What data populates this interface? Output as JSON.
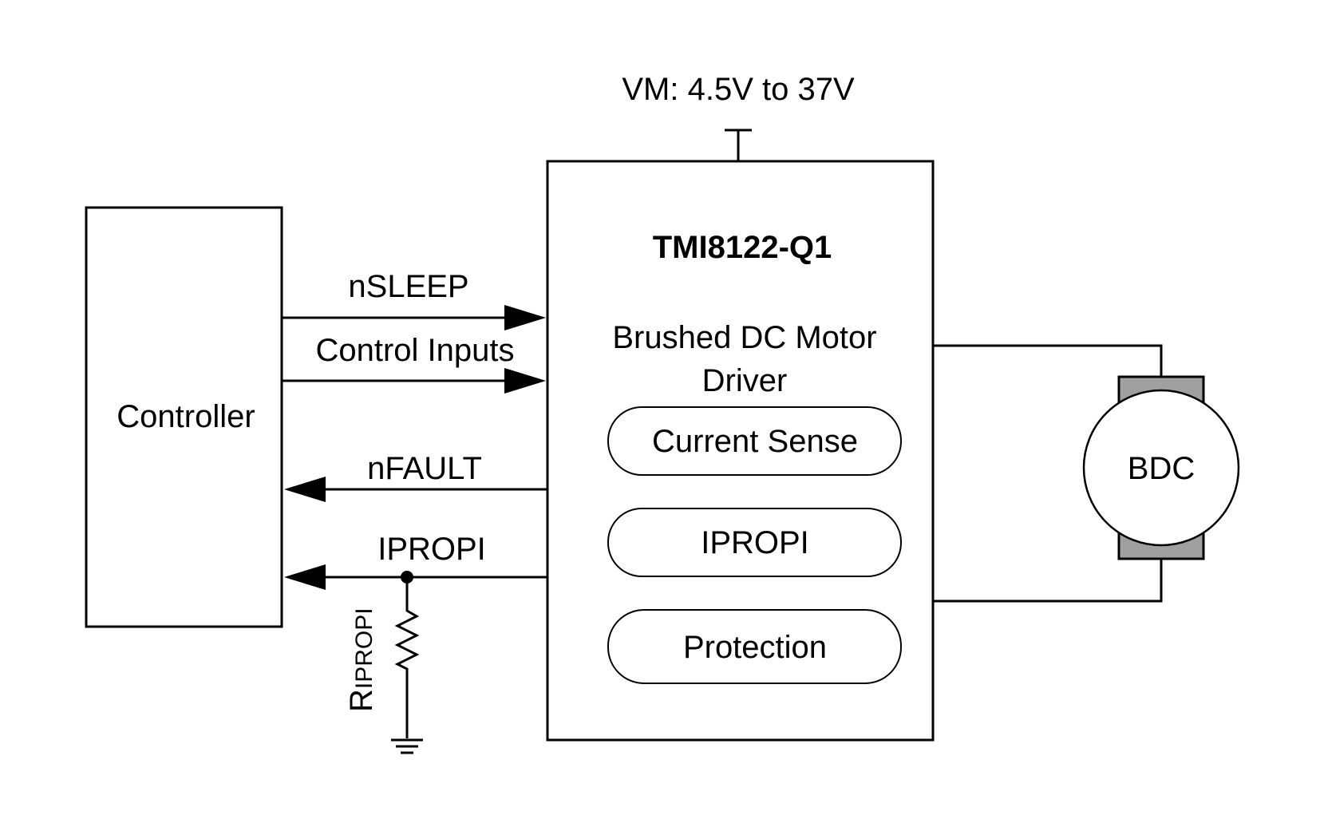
{
  "supply": {
    "label": "VM: 4.5V to 37V"
  },
  "controller": {
    "label": "Controller"
  },
  "driver": {
    "part_number": "TMI8122-Q1",
    "description_line1": "Brushed DC Motor",
    "description_line2": "Driver",
    "blocks": [
      {
        "label": "Current Sense"
      },
      {
        "label": "IPROPI"
      },
      {
        "label": "Protection"
      }
    ]
  },
  "signals": {
    "nsleep": {
      "label": "nSLEEP",
      "direction": "to-driver"
    },
    "control_inputs": {
      "label": "Control Inputs",
      "direction": "to-driver"
    },
    "nfault": {
      "label": "nFAULT",
      "direction": "to-controller"
    },
    "ipropi": {
      "label": "IPROPI",
      "direction": "to-controller"
    }
  },
  "resistor": {
    "label_main": "R",
    "label_sub": "IPROPI"
  },
  "motor": {
    "label": "BDC",
    "housing_color": "#a0a0a0"
  }
}
